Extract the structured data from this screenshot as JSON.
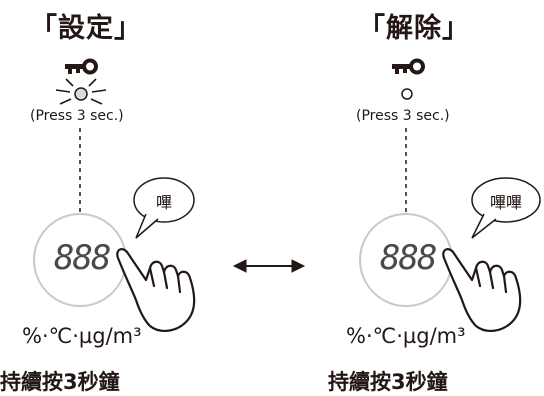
{
  "left": {
    "title": "「設定」",
    "press_note": "(Press 3 sec.)",
    "bubble": "嗶",
    "display": "888",
    "units": "%·℃·µg/m³",
    "instruction": "持續按3秒鐘"
  },
  "right": {
    "title": "「解除」",
    "press_note": "(Press 3 sec.)",
    "bubble": "嗶嗶",
    "display": "888",
    "units": "%·℃·µg/m³",
    "instruction": "持續按3秒鐘"
  },
  "icons": {
    "lock": "key-icon",
    "indicator": "indicator-light-icon",
    "hand": "pointing-hand-icon",
    "arrow": "double-arrow-icon"
  },
  "colors": {
    "ink": "#231815",
    "circle": "#c9c9c9",
    "led_fill": "#d9d9d9"
  }
}
